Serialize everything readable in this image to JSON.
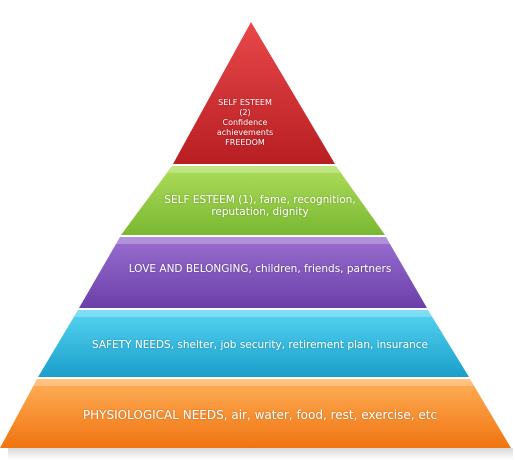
{
  "pyramid": {
    "levels": [
      {
        "id": "level-1",
        "lines": [
          "PHYSIOLOGICAL NEEDS, air, water, food, rest, exercise, etc"
        ],
        "color_light": "#ffb05a",
        "color_dark": "#f07410"
      },
      {
        "id": "level-2",
        "lines": [
          "SAFETY NEEDS, shelter, job security, retirement plan, insurance"
        ],
        "color_light": "#56d4f2",
        "color_dark": "#1a9fca"
      },
      {
        "id": "level-3",
        "lines": [
          "LOVE AND BELONGING, children, friends, partners"
        ],
        "color_light": "#9a6fd0",
        "color_dark": "#6b3fa8"
      },
      {
        "id": "level-4",
        "lines": [
          "SELF ESTEEM (1), fame, recognition,",
          "reputation, dignity"
        ],
        "color_light": "#aedd5a",
        "color_dark": "#7ab832"
      },
      {
        "id": "level-5",
        "lines": [
          "SELF ESTEEM",
          "(2)",
          "Confidence",
          "achievements",
          "FREEDOM"
        ],
        "color_light": "#e8484a",
        "color_dark": "#b81e22"
      }
    ]
  }
}
